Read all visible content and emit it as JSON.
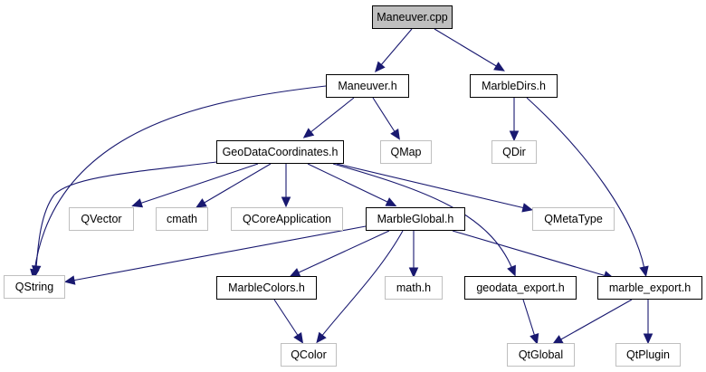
{
  "diagram": {
    "type": "include-dependency-graph",
    "colors": {
      "edge": "#191970",
      "root_fill": "#bfbfbf",
      "documented_border": "#000000",
      "external_border": "#bfbfbf"
    },
    "nodes": [
      {
        "id": "maneuver_cpp",
        "label": "Maneuver.cpp",
        "kind": "root"
      },
      {
        "id": "maneuver_h",
        "label": "Maneuver.h",
        "kind": "documented"
      },
      {
        "id": "marbledirs_h",
        "label": "MarbleDirs.h",
        "kind": "documented"
      },
      {
        "id": "geodatacoordinates_h",
        "label": "GeoDataCoordinates.h",
        "kind": "documented"
      },
      {
        "id": "qmap",
        "label": "QMap",
        "kind": "external"
      },
      {
        "id": "qdir",
        "label": "QDir",
        "kind": "external"
      },
      {
        "id": "qvector",
        "label": "QVector",
        "kind": "external"
      },
      {
        "id": "cmath",
        "label": "cmath",
        "kind": "external"
      },
      {
        "id": "qcoreapplication",
        "label": "QCoreApplication",
        "kind": "external"
      },
      {
        "id": "marbleglobal_h",
        "label": "MarbleGlobal.h",
        "kind": "documented"
      },
      {
        "id": "qmetatype",
        "label": "QMetaType",
        "kind": "external"
      },
      {
        "id": "qstring",
        "label": "QString",
        "kind": "external"
      },
      {
        "id": "marblecolors_h",
        "label": "MarbleColors.h",
        "kind": "documented"
      },
      {
        "id": "math_h",
        "label": "math.h",
        "kind": "external"
      },
      {
        "id": "geodata_export_h",
        "label": "geodata_export.h",
        "kind": "documented"
      },
      {
        "id": "marble_export_h",
        "label": "marble_export.h",
        "kind": "documented"
      },
      {
        "id": "qcolor",
        "label": "QColor",
        "kind": "external"
      },
      {
        "id": "qtglobal",
        "label": "QtGlobal",
        "kind": "external"
      },
      {
        "id": "qtplugin",
        "label": "QtPlugin",
        "kind": "external"
      }
    ],
    "edges": [
      {
        "from": "maneuver_cpp",
        "to": "maneuver_h"
      },
      {
        "from": "maneuver_cpp",
        "to": "marbledirs_h"
      },
      {
        "from": "maneuver_h",
        "to": "qstring"
      },
      {
        "from": "maneuver_h",
        "to": "geodatacoordinates_h"
      },
      {
        "from": "maneuver_h",
        "to": "qmap"
      },
      {
        "from": "marbledirs_h",
        "to": "qdir"
      },
      {
        "from": "marbledirs_h",
        "to": "marble_export_h"
      },
      {
        "from": "geodatacoordinates_h",
        "to": "qstring"
      },
      {
        "from": "geodatacoordinates_h",
        "to": "qvector"
      },
      {
        "from": "geodatacoordinates_h",
        "to": "cmath"
      },
      {
        "from": "geodatacoordinates_h",
        "to": "qcoreapplication"
      },
      {
        "from": "geodatacoordinates_h",
        "to": "marbleglobal_h"
      },
      {
        "from": "geodatacoordinates_h",
        "to": "qmetatype"
      },
      {
        "from": "geodatacoordinates_h",
        "to": "geodata_export_h"
      },
      {
        "from": "marbleglobal_h",
        "to": "qstring"
      },
      {
        "from": "marbleglobal_h",
        "to": "marblecolors_h"
      },
      {
        "from": "marbleglobal_h",
        "to": "qcolor"
      },
      {
        "from": "marbleglobal_h",
        "to": "math_h"
      },
      {
        "from": "marbleglobal_h",
        "to": "marble_export_h"
      },
      {
        "from": "marblecolors_h",
        "to": "qcolor"
      },
      {
        "from": "geodata_export_h",
        "to": "qtglobal"
      },
      {
        "from": "marble_export_h",
        "to": "qtglobal"
      },
      {
        "from": "marble_export_h",
        "to": "qtplugin"
      }
    ]
  }
}
